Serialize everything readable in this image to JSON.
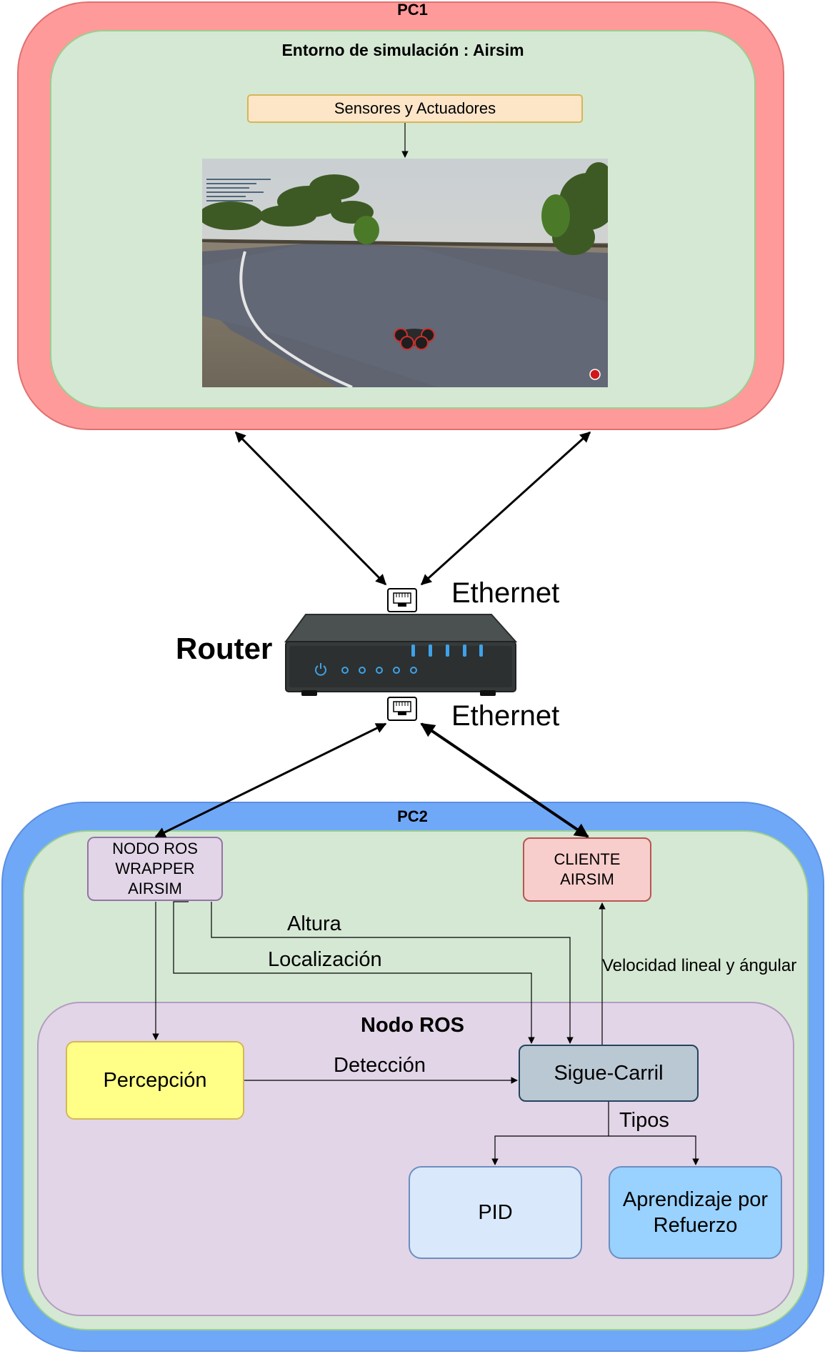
{
  "pc1": {
    "title": "PC1",
    "sim_env_title": "Entorno de simulación : Airsim",
    "sensors_label": "Sensores y Actuadores"
  },
  "network": {
    "router_label": "Router",
    "ethernet_top": "Ethernet",
    "ethernet_bottom": "Ethernet"
  },
  "pc2": {
    "title": "PC2",
    "wrapper_line1": "NODO ROS",
    "wrapper_line2": "WRAPPER",
    "wrapper_line3": "AIRSIM",
    "client_line1": "CLIENTE",
    "client_line2": "AIRSIM",
    "ros_node_title": "Nodo ROS",
    "percepcion": "Percepción",
    "sigue_carril": "Sigue-Carril",
    "pid": "PID",
    "rl_line1": "Aprendizaje por",
    "rl_line2": "Refuerzo"
  },
  "edges": {
    "altura": "Altura",
    "localizacion": "Localización",
    "velocidad": "Velocidad lineal y ángular",
    "deteccion": "Detección",
    "tipos": "Tipos"
  },
  "colors": {
    "pc1_outer": "#ff9a9a",
    "pc_inner": "#d5e8d4",
    "pc2_outer": "#70a8f8",
    "ros_node": "#e1d5e7",
    "percepcion": "#ffff88",
    "sigue_carril": "#bac8d3",
    "pid": "#dae8fc",
    "rl": "#99d1ff",
    "cliente": "#f8cecc",
    "sensors": "#fde5c8"
  }
}
